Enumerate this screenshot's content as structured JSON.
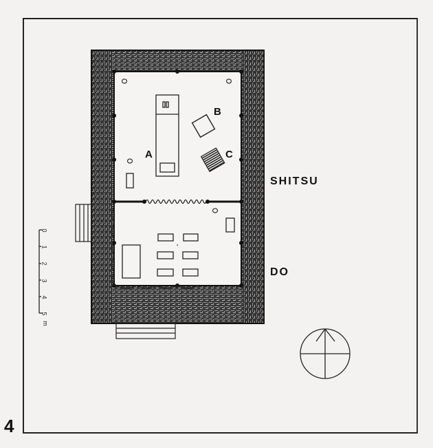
{
  "figure": {
    "number": "4",
    "labels": {
      "a": "A",
      "b": "B",
      "c": "C",
      "shitsu": "SHITSU",
      "do": "DO"
    },
    "scale": {
      "ticks": [
        "0",
        "1",
        "2",
        "3",
        "4",
        "5"
      ],
      "unit": "m"
    },
    "compass": "north-arrow"
  }
}
